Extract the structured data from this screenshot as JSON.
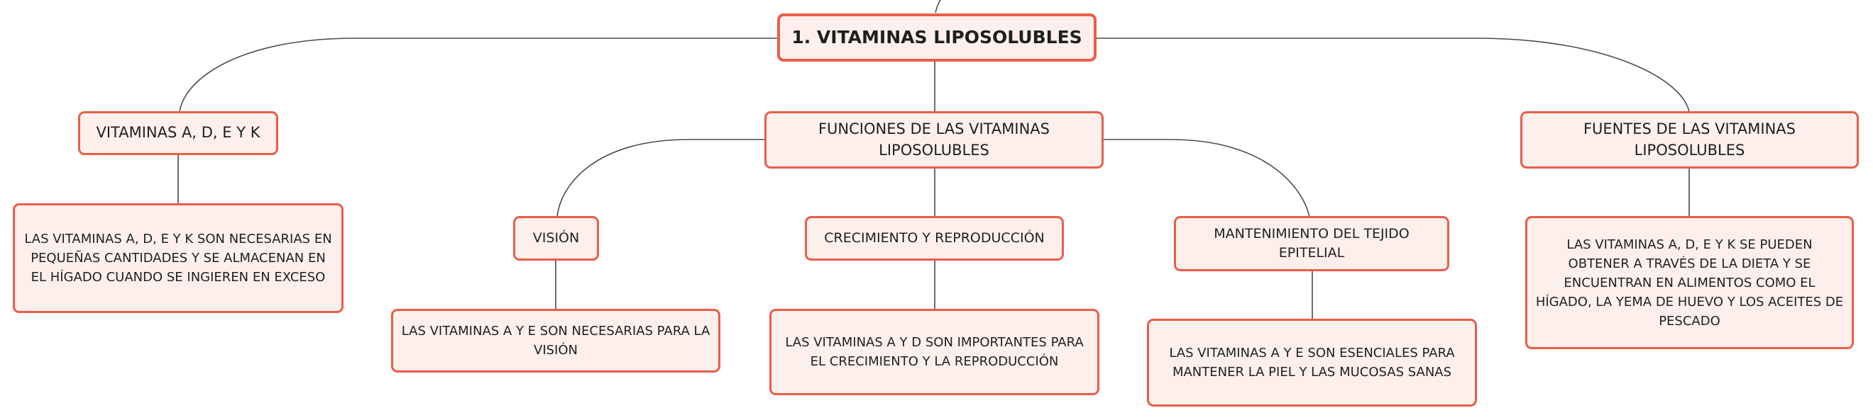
{
  "map": {
    "root": "1. VITAMINAS LIPOSOLUBLES",
    "left": {
      "title": "VITAMINAS A, D, E Y K",
      "detail": "LAS VITAMINAS A, D, E Y K SON NECESARIAS EN PEQUEÑAS CANTIDADES Y SE ALMACENAN EN EL HÍGADO CUANDO SE INGIEREN EN EXCESO"
    },
    "center": {
      "title": "FUNCIONES DE LAS VITAMINAS LIPOSOLUBLES",
      "children": [
        {
          "title": "VISIÓN",
          "detail": "LAS VITAMINAS A Y E SON NECESARIAS PARA LA VISIÓN"
        },
        {
          "title": "CRECIMIENTO Y REPRODUCCIÓN",
          "detail": "LAS VITAMINAS A Y D SON IMPORTANTES PARA EL CRECIMIENTO Y LA REPRODUCCIÓN"
        },
        {
          "title": "MANTENIMIENTO DEL TEJIDO EPITELIAL",
          "detail": "LAS VITAMINAS A Y E SON ESENCIALES PARA MANTENER LA PIEL Y LAS MUCOSAS SANAS"
        }
      ]
    },
    "right": {
      "title": "FUENTES DE LAS VITAMINAS LIPOSOLUBLES",
      "detail": "LAS VITAMINAS A, D, E Y K SE PUEDEN OBTENER A TRAVÉS DE LA DIETA Y SE ENCUENTRAN EN ALIMENTOS COMO EL HÍGADO, LA YEMA DE HUEVO Y LOS ACEITES DE PESCADO"
    }
  },
  "colors": {
    "node_border": "#ea5d48",
    "node_fill": "#fdf0ec",
    "connector": "#4a4a4a"
  }
}
